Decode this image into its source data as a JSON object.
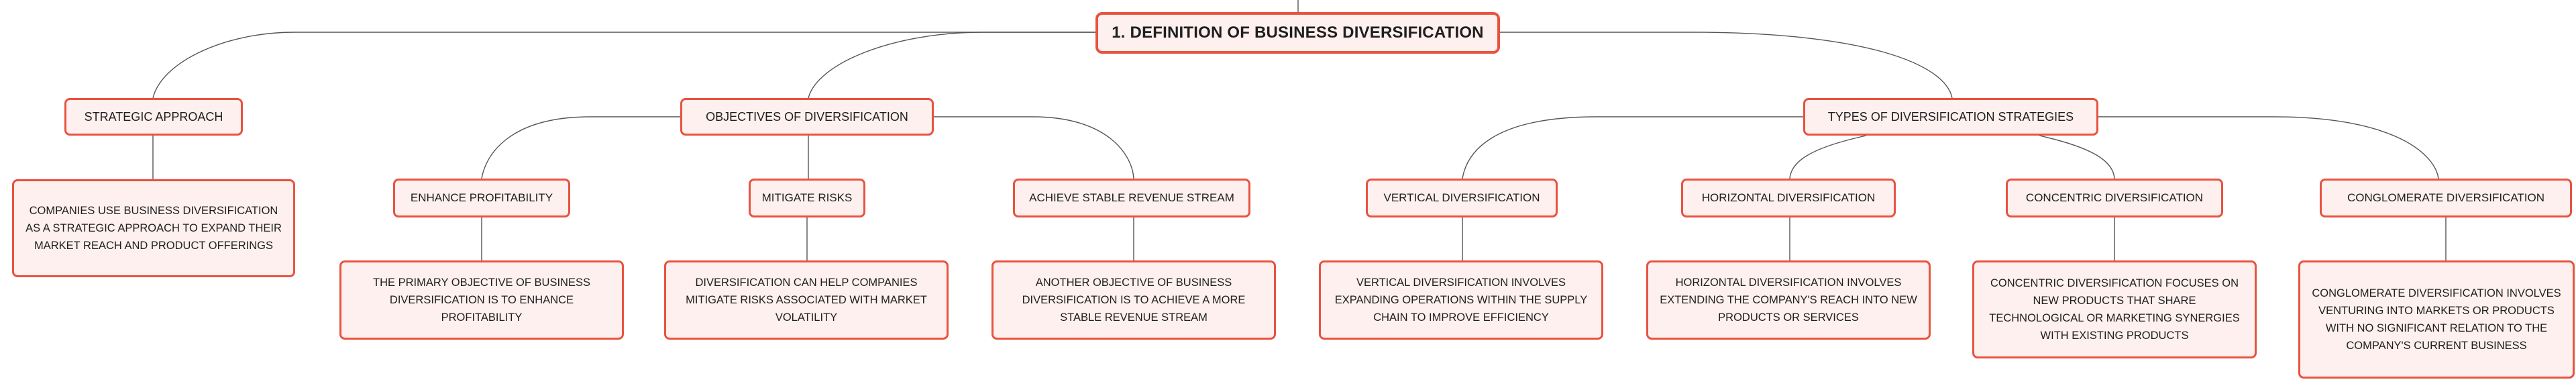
{
  "root": {
    "label": "1. DEFINITION OF BUSINESS DIVERSIFICATION"
  },
  "branches": [
    {
      "label": "STRATEGIC APPROACH",
      "description": "COMPANIES USE BUSINESS DIVERSIFICATION AS A STRATEGIC APPROACH TO EXPAND THEIR MARKET REACH AND PRODUCT OFFERINGS"
    },
    {
      "label": "OBJECTIVES OF DIVERSIFICATION",
      "children": [
        {
          "label": "ENHANCE PROFITABILITY",
          "description": "THE PRIMARY OBJECTIVE OF BUSINESS DIVERSIFICATION IS TO ENHANCE PROFITABILITY"
        },
        {
          "label": "MITIGATE RISKS",
          "description": "DIVERSIFICATION CAN HELP COMPANIES MITIGATE RISKS ASSOCIATED WITH MARKET VOLATILITY"
        },
        {
          "label": "ACHIEVE STABLE REVENUE STREAM",
          "description": "ANOTHER OBJECTIVE OF BUSINESS DIVERSIFICATION IS TO ACHIEVE A MORE STABLE REVENUE STREAM"
        }
      ]
    },
    {
      "label": "TYPES OF DIVERSIFICATION STRATEGIES",
      "children": [
        {
          "label": "VERTICAL DIVERSIFICATION",
          "description": "VERTICAL DIVERSIFICATION INVOLVES EXPANDING OPERATIONS WITHIN THE SUPPLY CHAIN TO IMPROVE EFFICIENCY"
        },
        {
          "label": "HORIZONTAL DIVERSIFICATION",
          "description": "HORIZONTAL DIVERSIFICATION INVOLVES EXTENDING THE COMPANY'S REACH INTO NEW PRODUCTS OR SERVICES"
        },
        {
          "label": "CONCENTRIC DIVERSIFICATION",
          "description": "CONCENTRIC DIVERSIFICATION FOCUSES ON NEW PRODUCTS THAT SHARE TECHNOLOGICAL OR MARKETING SYNERGIES WITH EXISTING PRODUCTS"
        },
        {
          "label": "CONGLOMERATE DIVERSIFICATION",
          "description": "CONGLOMERATE DIVERSIFICATION INVOLVES VENTURING INTO MARKETS OR PRODUCTS WITH NO SIGNIFICANT RELATION TO THE COMPANY'S CURRENT BUSINESS"
        }
      ]
    }
  ],
  "colors": {
    "node_border": "#e8533f",
    "node_fill": "#fdf0ee",
    "connector": "#555555"
  }
}
